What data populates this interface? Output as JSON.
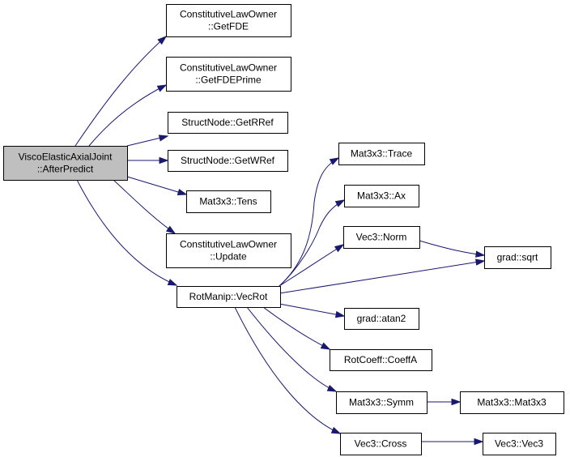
{
  "diagram": {
    "type": "call-graph",
    "colors": {
      "edge": "#191970",
      "root_fill": "#bfbfbf",
      "node_fill": "#ffffff",
      "border": "#000000"
    },
    "nodes": [
      {
        "id": "root",
        "lines": [
          "ViscoElasticAxialJoint",
          "::AfterPredict"
        ],
        "root": true
      },
      {
        "id": "getfde",
        "lines": [
          "ConstitutiveLawOwner",
          "::GetFDE"
        ]
      },
      {
        "id": "getfdeprime",
        "lines": [
          "ConstitutiveLawOwner",
          "::GetFDEPrime"
        ]
      },
      {
        "id": "getrref",
        "lines": [
          "StructNode::GetRRef"
        ]
      },
      {
        "id": "getwref",
        "lines": [
          "StructNode::GetWRef"
        ]
      },
      {
        "id": "tens",
        "lines": [
          "Mat3x3::Tens"
        ]
      },
      {
        "id": "update",
        "lines": [
          "ConstitutiveLawOwner",
          "::Update"
        ]
      },
      {
        "id": "vecrot",
        "lines": [
          "RotManip::VecRot"
        ]
      },
      {
        "id": "trace",
        "lines": [
          "Mat3x3::Trace"
        ]
      },
      {
        "id": "ax",
        "lines": [
          "Mat3x3::Ax"
        ]
      },
      {
        "id": "norm",
        "lines": [
          "Vec3::Norm"
        ]
      },
      {
        "id": "sqrt",
        "lines": [
          "grad::sqrt"
        ]
      },
      {
        "id": "atan2",
        "lines": [
          "grad::atan2"
        ]
      },
      {
        "id": "coeffa",
        "lines": [
          "RotCoeff::CoeffA"
        ]
      },
      {
        "id": "symm",
        "lines": [
          "Mat3x3::Symm"
        ]
      },
      {
        "id": "mat3x3",
        "lines": [
          "Mat3x3::Mat3x3"
        ]
      },
      {
        "id": "cross",
        "lines": [
          "Vec3::Cross"
        ]
      },
      {
        "id": "vec3",
        "lines": [
          "Vec3::Vec3"
        ]
      }
    ],
    "edges": [
      {
        "from": "root",
        "to": "getfde"
      },
      {
        "from": "root",
        "to": "getfdeprime"
      },
      {
        "from": "root",
        "to": "getrref"
      },
      {
        "from": "root",
        "to": "getwref"
      },
      {
        "from": "root",
        "to": "tens"
      },
      {
        "from": "root",
        "to": "update"
      },
      {
        "from": "root",
        "to": "vecrot"
      },
      {
        "from": "vecrot",
        "to": "trace"
      },
      {
        "from": "vecrot",
        "to": "ax"
      },
      {
        "from": "vecrot",
        "to": "norm"
      },
      {
        "from": "vecrot",
        "to": "sqrt"
      },
      {
        "from": "vecrot",
        "to": "atan2"
      },
      {
        "from": "vecrot",
        "to": "coeffa"
      },
      {
        "from": "vecrot",
        "to": "symm"
      },
      {
        "from": "vecrot",
        "to": "cross"
      },
      {
        "from": "norm",
        "to": "sqrt"
      },
      {
        "from": "symm",
        "to": "mat3x3"
      },
      {
        "from": "cross",
        "to": "vec3"
      }
    ]
  }
}
